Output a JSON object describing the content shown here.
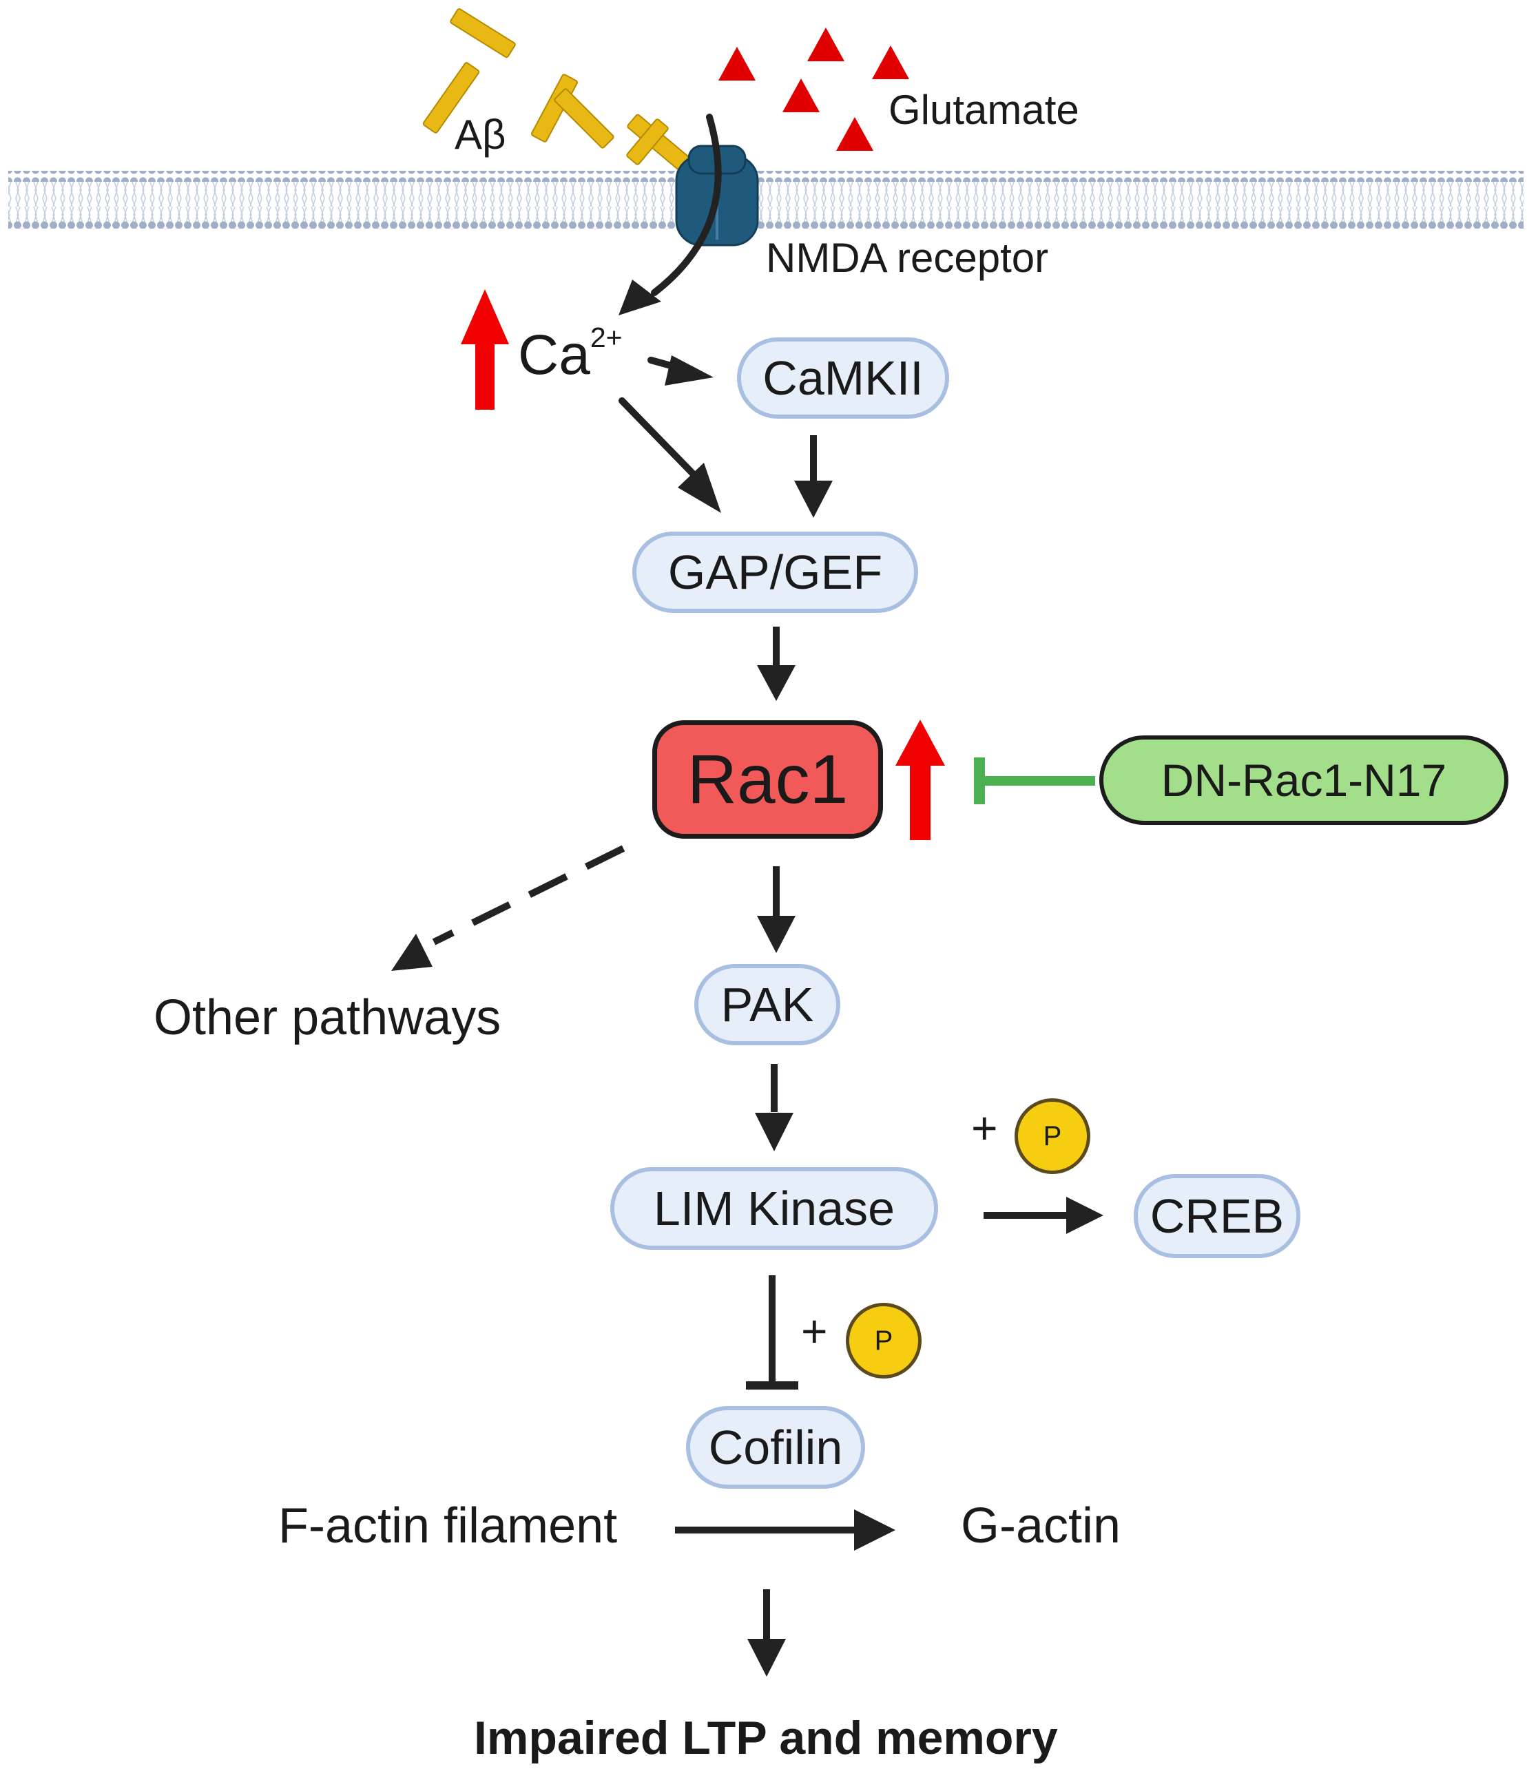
{
  "ligands": {
    "abeta": "Aβ",
    "glutamate": "Glutamate"
  },
  "receptor": "NMDA receptor",
  "calcium": {
    "base": "Ca",
    "charge": "2+"
  },
  "nodes": {
    "camkii": "CaMKII",
    "gapgef": "GAP/GEF",
    "rac1": "Rac1",
    "dn_rac1": "DN-Rac1-N17",
    "other": "Other pathways",
    "pak": "PAK",
    "lim_kinase": "LIM Kinase",
    "creb": "CREB",
    "cofilin": "Cofilin",
    "f_actin": "F-actin filament",
    "g_actin": "G-actin",
    "outcome": "Impaired LTP and memory"
  },
  "phosphate": {
    "plus": "+",
    "symbol": "P"
  },
  "colors": {
    "membrane_beads": "#9fafc8",
    "receptor": "#1f5a7c",
    "abeta": "#e8b915",
    "glutamate": "#e00000",
    "up_arrow": "#f00000",
    "inhibitor": "#4caf50",
    "arrow": "#222222",
    "node_fill": "#e6eefa",
    "node_border": "#a9bfe2",
    "rac1_fill": "#f25a5a",
    "dn_fill": "#a3de8b",
    "phosphate_fill": "#f7cd12"
  }
}
